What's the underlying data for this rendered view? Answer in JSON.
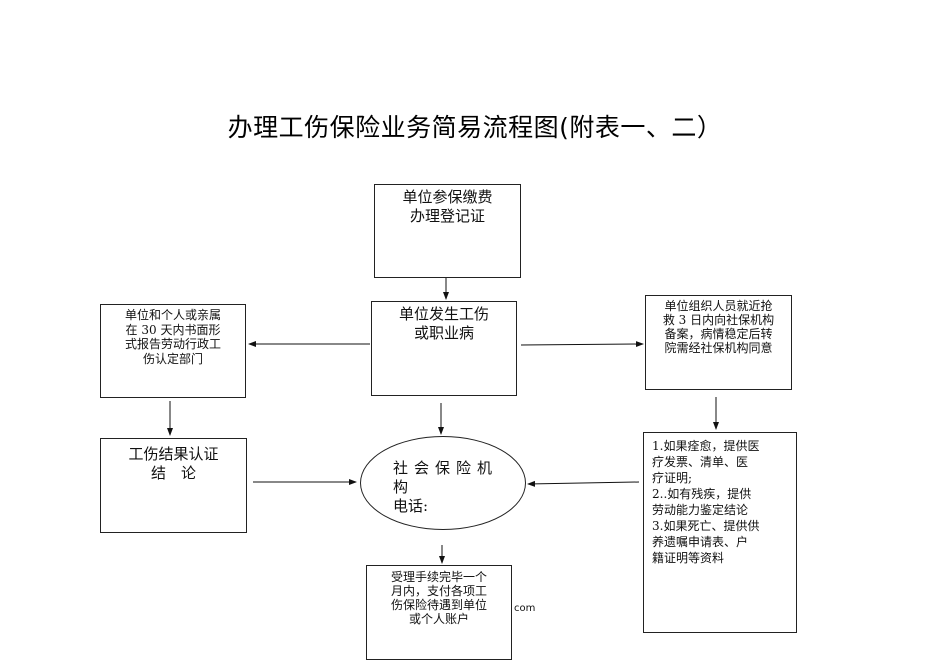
{
  "title": "办理工伤保险业务简易流程图(附表一、二）",
  "nodes": {
    "enroll": "单位参保缴费\n办理登记证",
    "injury": "单位发生工伤\n或职业病",
    "report": "单位和个人或亲属\n在 30 天内书面形\n式报告劳动行政工\n伤认定部门",
    "rescue": "单位组织人员就近抢\n救 3 日内向社保机构\n备案，病情稳定后转\n院需经社保机构同意",
    "conclusion": "工伤结果认证\n结　论",
    "materials": "1.如果痊愈，提供医\n疗发票、清单、医\n疗证明;\n2..如有残疾，提供\n劳动能力鉴定结论\n3.如果死亡、提供供\n养遗嘱申请表、户\n籍证明等资料",
    "agency": {
      "line1": "社会保险机",
      "line2": "构",
      "line3": "电话:"
    },
    "payment": "受理手续完毕一个\n月内，支付各项工\n伤保险待遇到单位\n或个人账户"
  },
  "stray_text": "com"
}
